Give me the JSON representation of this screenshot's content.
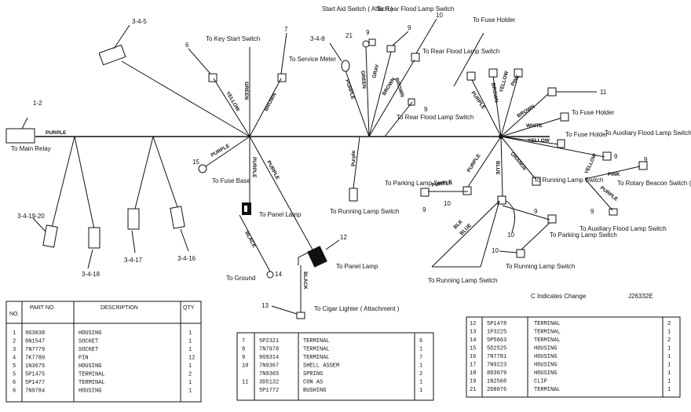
{
  "labels": {
    "to_main_relay": "To Main Relay",
    "to_key_start_switch": "To Key Start Switch",
    "to_service_meter": "To Service Meter",
    "start_aid_switch": "Start Aid Switch ( Attach.)",
    "to_rear_flood_lamp_switch_top": "To Rear Flood Lamp Switch",
    "to_rear_flood_lamp_switch_right": "To Rear Flood Lamp Switch",
    "to_rear_flood_lamp_switch_mid": "To Rear Flood Lamp Switch",
    "to_fuse_holder_top": "To Fuse Holder",
    "to_fuse_holder_right": "To Fuse Holder",
    "to_fuse_holder_small": "To Fuse Holder",
    "to_auxiliary_flood_lamp_switch_right": "To Auxiliary Flood Lamp Switch",
    "to_rotary_beacon_switch": "To Rotary Beacon Switch ( Attach. )",
    "to_auxiliary_flood_lamp_switch_low": "To Auxiliary Flood Lamp Switch",
    "to_fuse_base": "To Fuse Base",
    "to_panel_lamp_small": "To Panel Lamp",
    "to_panel_lamp_big": "To Panel Lamp",
    "to_ground": "To Ground",
    "to_cigar_lighter": "To Cigar Lighter ( Attachment )",
    "to_running_lamp_switch_center": "To Running Lamp Switch",
    "to_parking_lamp_switch_left": "To Parking Lamp Switch",
    "to_running_lamp_switch_right": "To Running Lamp Switch",
    "to_parking_lamp_switch_right": "To Parking Lamp Switch",
    "to_running_lamp_switch_low": "To Running Lamp Switch",
    "to_running_lamp_switch_bottom": "To Running Lamp Switch",
    "change_note": "C Indicates Change",
    "drawing_code": "J26332E"
  },
  "wires": {
    "purple": "PURPLE",
    "yellow": "YELLOW",
    "green": "GREEN",
    "brown": "BROWN",
    "gray": "GRAY",
    "black": "BLACK",
    "blue": "BLUE",
    "orange": "ORANGE",
    "white": "WHITE",
    "pink": "PINK",
    "blk": "BLK",
    "purple_lower": "Purple",
    "purple_mixed": "PURPle"
  },
  "refs": {
    "r1_2": "1-2",
    "r3_4_5": "3-4-5",
    "r3_4_8": "3-4-8",
    "r3_4_19_20": "3-4-19-20",
    "r3_4_18": "3-4-18",
    "r3_4_17": "3-4-17",
    "r3_4_16": "3-4-16",
    "n6": "6",
    "n7": "7",
    "n9": "9",
    "n10": "10",
    "n11": "11",
    "n12": "12",
    "n13": "13",
    "n14": "14",
    "n15": "15",
    "n21": "21"
  },
  "table_left": {
    "headers": {
      "no": "NO.",
      "part_no": "PART NO.",
      "description": "DESCRIPTION",
      "qty": "QTY"
    },
    "rows": [
      {
        "no": "1",
        "part": "9G3038",
        "desc": "HOUSING",
        "qty": "1"
      },
      {
        "no": "2",
        "part": "8N1547",
        "desc": "SOCKET",
        "qty": "1"
      },
      {
        "no": "3",
        "part": "7N7779",
        "desc": "SOCKET",
        "qty": "1"
      },
      {
        "no": "4",
        "part": "7K7780",
        "desc": "PIN",
        "qty": "12"
      },
      {
        "no": "5",
        "part": "1N3675",
        "desc": "HOUSING",
        "qty": "1"
      },
      {
        "no": "5",
        "part": "5P1475",
        "desc": "TERMINAL",
        "qty": "2"
      },
      {
        "no": "6",
        "part": "5P1477",
        "desc": "TERMINAL",
        "qty": "1"
      },
      {
        "no": "6",
        "part": "7N9784",
        "desc": "HOUSING",
        "qty": "1"
      }
    ]
  },
  "table_mid": {
    "rows": [
      {
        "no": "7",
        "part": "5P2321",
        "desc": "TERMINAL",
        "qty": "6"
      },
      {
        "no": "8",
        "part": "7N7978",
        "desc": "TERMINAL",
        "qty": "1"
      },
      {
        "no": "9",
        "part": "9G9314",
        "desc": "TERMINAL",
        "qty": "7"
      },
      {
        "no": "10",
        "part": "7N9367",
        "desc": "SHELL ASSEM",
        "qty": "1"
      },
      {
        "no": "",
        "part": "7N9365",
        "desc": "SPRING",
        "qty": "2"
      },
      {
        "no": "11",
        "part": "3D5132",
        "desc": "CON AS",
        "qty": "1"
      },
      {
        "no": "",
        "part": "5P1772",
        "desc": "BUSHING",
        "qty": "1"
      }
    ]
  },
  "table_right": {
    "rows": [
      {
        "no": "12",
        "part": "5P1478",
        "desc": "TERMINAL",
        "qty": "2"
      },
      {
        "no": "13",
        "part": "1P3225",
        "desc": "TERMINAL",
        "qty": "1"
      },
      {
        "no": "14",
        "part": "5P5663",
        "desc": "TERMINAL",
        "qty": "2"
      },
      {
        "no": "15",
        "part": "5D2525",
        "desc": "HOUSING",
        "qty": "1"
      },
      {
        "no": "16",
        "part": "7N7781",
        "desc": "HOUSING",
        "qty": "1"
      },
      {
        "no": "17",
        "part": "7N9223",
        "desc": "HOUSING",
        "qty": "1"
      },
      {
        "no": "18",
        "part": "8D3079",
        "desc": "HOUSING",
        "qty": "1"
      },
      {
        "no": "19",
        "part": "1N2568",
        "desc": "CLIP",
        "qty": "1"
      },
      {
        "no": "21",
        "part": "2D8076",
        "desc": "TERMINAL",
        "qty": "1"
      }
    ]
  }
}
